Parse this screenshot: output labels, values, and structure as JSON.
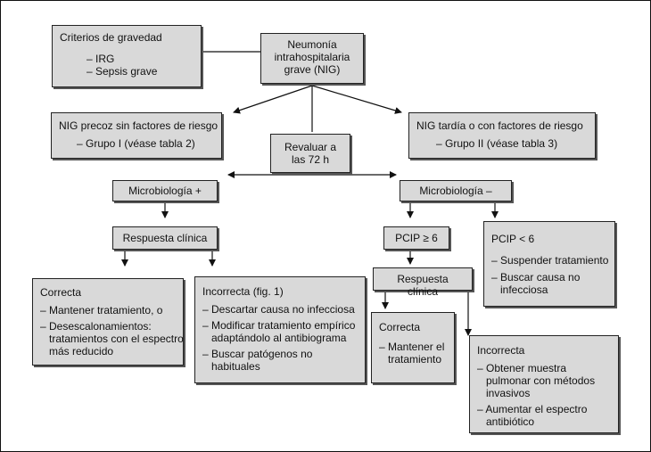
{
  "diagram": {
    "gravedad": {
      "title": "Criterios de gravedad",
      "items": [
        "– IRG",
        "– Sepsis grave"
      ]
    },
    "nig": {
      "lines": [
        "Neumonía",
        "intrahospitalaria",
        "grave (NIG)"
      ]
    },
    "precoz": {
      "title": "NIG precoz sin factores de riesgo",
      "item": "– Grupo I (véase tabla 2)"
    },
    "tardia": {
      "title": "NIG tardía o con factores de riesgo",
      "item": "– Grupo II (véase tabla 3)"
    },
    "revaluar": {
      "lines": [
        "Revaluar a",
        "las 72 h"
      ]
    },
    "micro_pos": {
      "label": "Microbiología +"
    },
    "micro_neg": {
      "label": "Microbiología –"
    },
    "resp_left": {
      "label": "Respuesta clínica"
    },
    "resp_right": {
      "label": "Respuesta clínica"
    },
    "pcip_ge": {
      "label": "PCIP ≥ 6"
    },
    "pcip_lt": {
      "title": "PCIP < 6",
      "items": [
        "– Suspender tratamiento",
        "– Buscar causa no",
        "   infecciosa"
      ]
    },
    "correcta_left": {
      "title": "Correcta",
      "items": [
        "– Mantener tratamiento, o",
        "– Desescalonamientos:",
        "   tratamientos con el espectro",
        "   más reducido"
      ]
    },
    "incorrecta_left": {
      "title": "Incorrecta (fig. 1)",
      "items": [
        "– Descartar causa no infecciosa",
        "– Modificar tratamiento empírico",
        "   adaptándolo al antibiograma",
        "– Buscar patógenos no",
        "   habituales"
      ]
    },
    "correcta_right": {
      "title": "Correcta",
      "items": [
        "– Mantener el",
        "   tratamiento"
      ]
    },
    "incorrecta_right": {
      "title": "Incorrecta",
      "items": [
        "– Obtener muestra",
        "   pulmonar con métodos",
        "   invasivos",
        "– Aumentar el espectro",
        "   antibiótico"
      ]
    }
  }
}
